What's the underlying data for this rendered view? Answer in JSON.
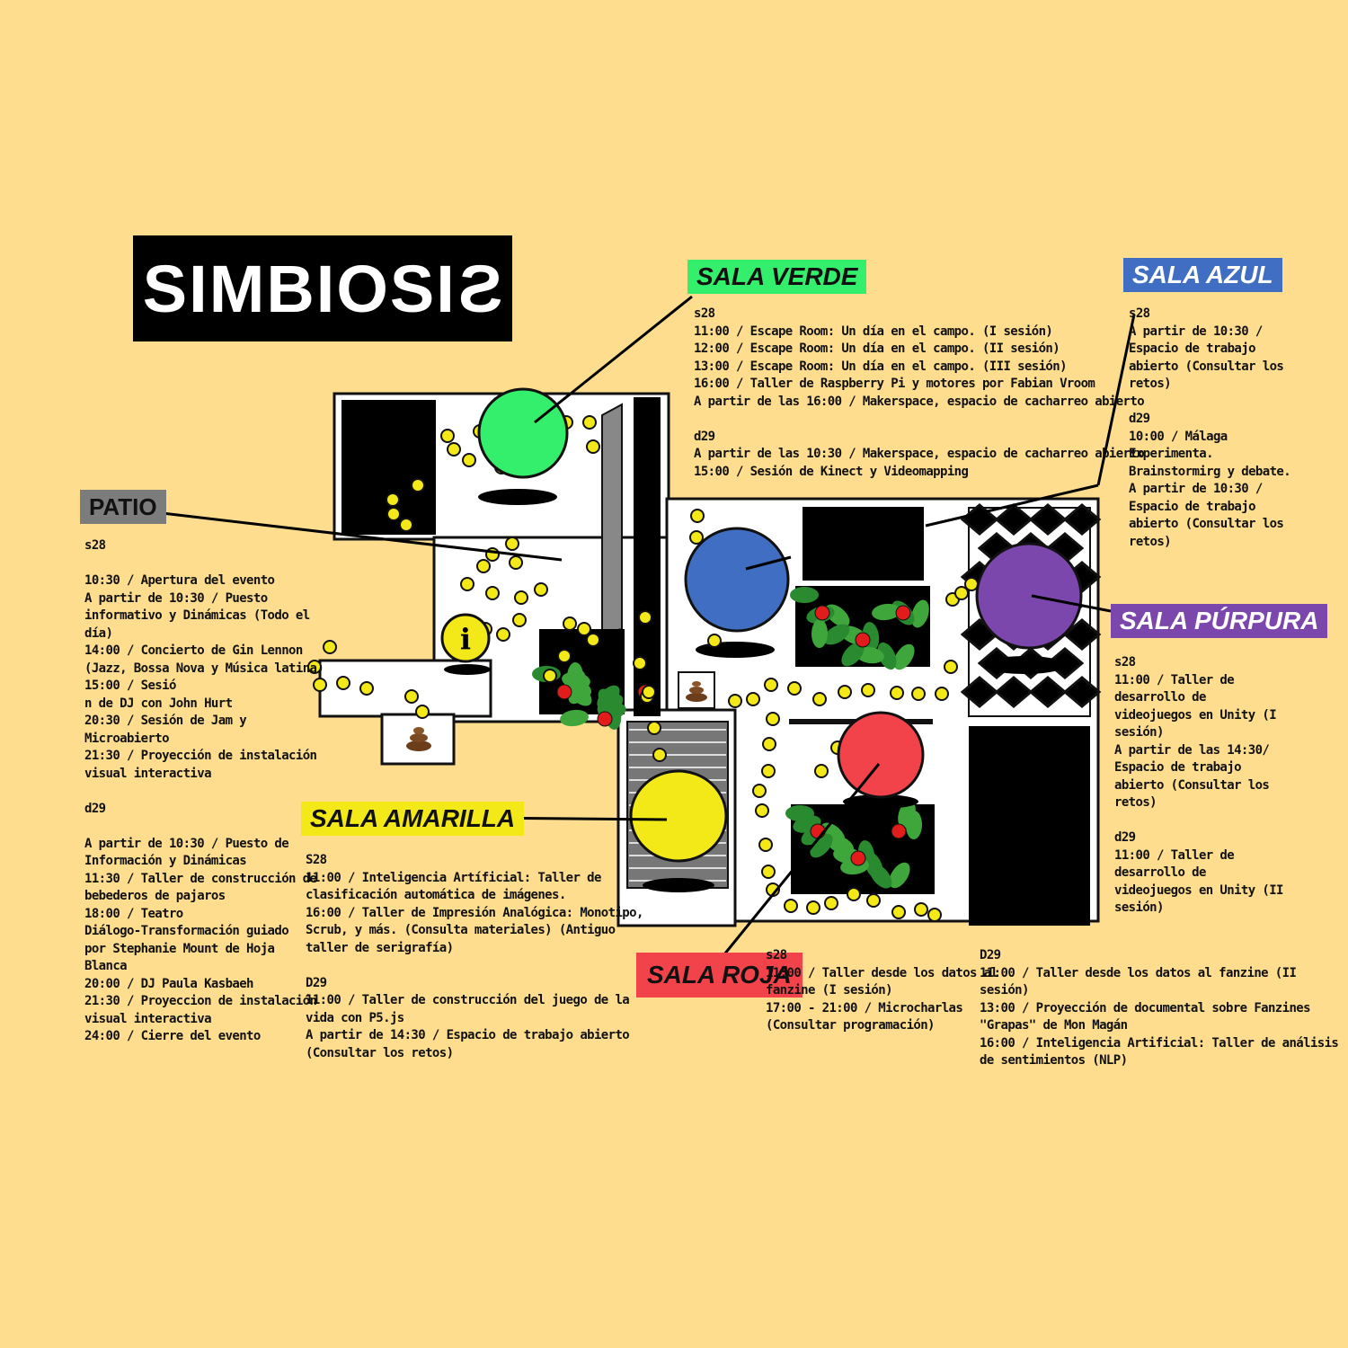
{
  "title": {
    "main": "SIMBIOSI",
    "last": "S"
  },
  "colors": {
    "background": "#fedd8f",
    "verde": "#33ef6b",
    "azul": "#3f6ec2",
    "purpura": "#7c47ad",
    "amarilla": "#f4e918",
    "roja": "#f2434a",
    "patio": "#7c7c7c"
  },
  "rooms": {
    "verde": {
      "label": "SALA VERDE",
      "schedule": "s28\n11:00 / Escape Room: Un día en el campo. (I sesión)\n12:00 / Escape Room: Un día en el campo. (II sesión)\n13:00 / Escape Room: Un día en el campo. (III sesión)\n16:00 / Taller de Raspberry Pi y motores por Fabian Vroom\nA partir de las 16:00 / Makerspace, espacio de cacharreo abierto\n\nd29\nA partir de las 10:30 / Makerspace, espacio de cacharreo abierto\n15:00 / Sesión de Kinect y Videomapping"
    },
    "azul": {
      "label": "SALA AZUL",
      "schedule": "s28\nA partir de 10:30 /\nEspacio de trabajo\nabierto (Consultar los\nretos)\n\nd29\n10:00 / Málaga\nExperimenta.\nBrainstormirg y debate.\nA partir de 10:30 /\nEspacio de trabajo\nabierto (Consultar los\nretos)"
    },
    "purpura": {
      "label": "SALA PÚRPURA",
      "schedule": "s28\n11:00 / Taller de\ndesarrollo de\nvideojuegos en Unity (I\nsesión)\nA partir de las 14:30/\nEspacio de trabajo\nabierto (Consultar los\nretos)\n\nd29\n11:00 / Taller de\ndesarrollo de\nvideojuegos en Unity (II\nsesión)"
    },
    "patio": {
      "label": "PATIO",
      "schedule": "s28\n\n10:30 / Apertura del evento\nA partir de 10:30 / Puesto\ninformativo y Dinámicas (Todo el\ndía)\n14:00 / Concierto de Gin Lennon\n(Jazz, Bossa Nova y Música latina)\n15:00 / Sesió\nn de DJ con John Hurt\n20:30 / Sesión de Jam y\nMicroabierto\n21:30 / Proyección de instalación\nvisual interactiva\n\nd29\n\nA partir de 10:30 / Puesto de\nInformación y Dinámicas\n11:30 / Taller de construcción de\nbebederos de pajaros\n18:00 / Teatro\nDiálogo-Transformación guiado\npor Stephanie Mount de Hoja\nBlanca\n20:00 / DJ Paula Kasbaeh\n21:30 / Proyeccion de instalación\nvisual interactiva\n24:00 / Cierre del evento"
    },
    "amarilla": {
      "label": "SALA AMARILLA",
      "schedule": "S28\n11:00 / Inteligencia Artíficial: Taller de\nclasificación automática de imágenes.\n16:00 / Taller de Impresión Analógica: Monotipo,\nScrub, y más. (Consulta materiales) (Antiguo\ntaller de serigrafía)\n\nD29\n11:00 / Taller de construcción del juego de la\nvida con P5.js\nA partir de 14:30 / Espacio de trabajo abierto\n(Consultar los retos)"
    },
    "roja": {
      "label": "SALA ROJA",
      "schedule_s28": "s28\n11:00 / Taller desde los datos al\nfanzine (I sesión)\n17:00 - 21:00 / Microcharlas\n(Consultar programación)",
      "schedule_d29": "D29\n11:00 / Taller desde los datos al fanzine (II\nsesión)\n13:00 / Proyección de documental sobre Fanzines\n\"Grapas\" de Mon Magán\n16:00 / Inteligencia Artificial: Taller de análisis\nde sentimientos (NLP)"
    }
  },
  "map": {
    "info_icon_glyph": "i",
    "icons": [
      "info-icon",
      "poop-icon",
      "flower-icon",
      "leaf-icon",
      "person-icon"
    ]
  }
}
